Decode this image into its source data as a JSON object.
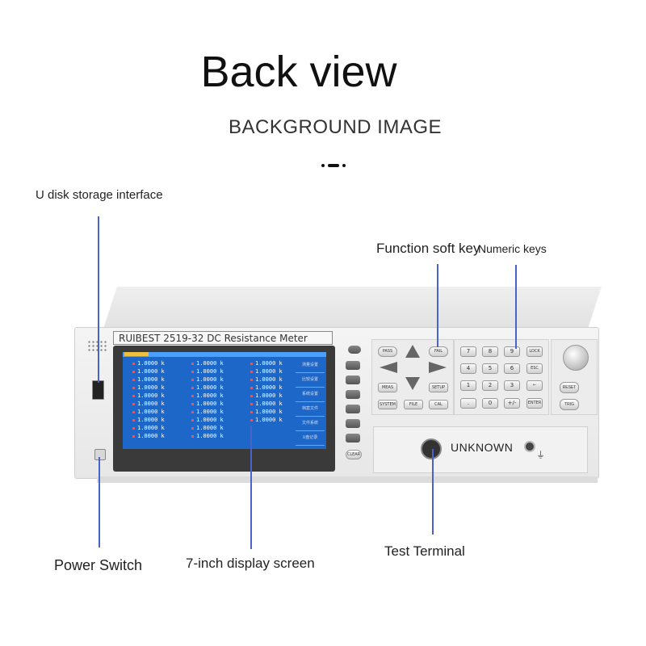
{
  "heading": "Back view",
  "subheading": "BACKGROUND IMAGE",
  "labels": {
    "usb": "U disk storage interface",
    "function_keys": "Function soft key",
    "numeric_keys": "Numeric keys",
    "power": "Power Switch",
    "display": "7-inch display screen",
    "terminal": "Test Terminal"
  },
  "device": {
    "brand": "RUIBEST  2519-32   DC Resistance Meter",
    "terminal_label": "UNKNOWN",
    "screen_value": "1.0000  k",
    "screen_menu": [
      "测量设置",
      "比较设置",
      "系统设置",
      "档案文件",
      "文件系统",
      "U盘记录"
    ],
    "nav_keys": [
      "PASS",
      "FAIL",
      "MEAS",
      "SETUP",
      "SYSTEM",
      "FILE",
      "CAL"
    ],
    "numeric_keys": [
      "7",
      "8",
      "9",
      "LOCK",
      "4",
      "5",
      "6",
      "ESC",
      "1",
      "2",
      "3",
      "←",
      ".",
      "0",
      "+/-",
      "ENTER"
    ],
    "side_keys": [
      "RESET",
      "TRIG"
    ],
    "bottom_softkey": "CLEAR"
  },
  "colors": {
    "callout_line": "#4a63c9",
    "screen": "#1c67c8"
  }
}
